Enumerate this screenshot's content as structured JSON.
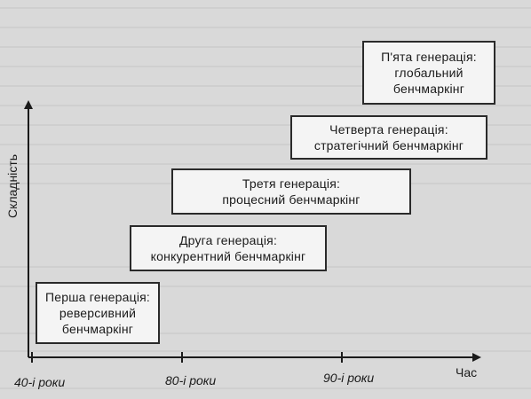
{
  "diagram": {
    "y_axis_label": "Складність",
    "x_axis_label": "Час",
    "ticks": [
      "40-і роки",
      "80-і роки",
      "90-і роки"
    ],
    "boxes": [
      {
        "text": "Перша генерація:\nреверсивний\nбенчмаркінг"
      },
      {
        "text": "Друга генерація:\nконкурентний бенчмаркінг"
      },
      {
        "text": "Третя генерація:\nпроцесний бенчмаркінг"
      },
      {
        "text": "Четверта генерація:\nстратегічний бенчмаркінг"
      },
      {
        "text": "П'ята генерація:\nглобальний\nбенчмаркінг"
      }
    ]
  }
}
